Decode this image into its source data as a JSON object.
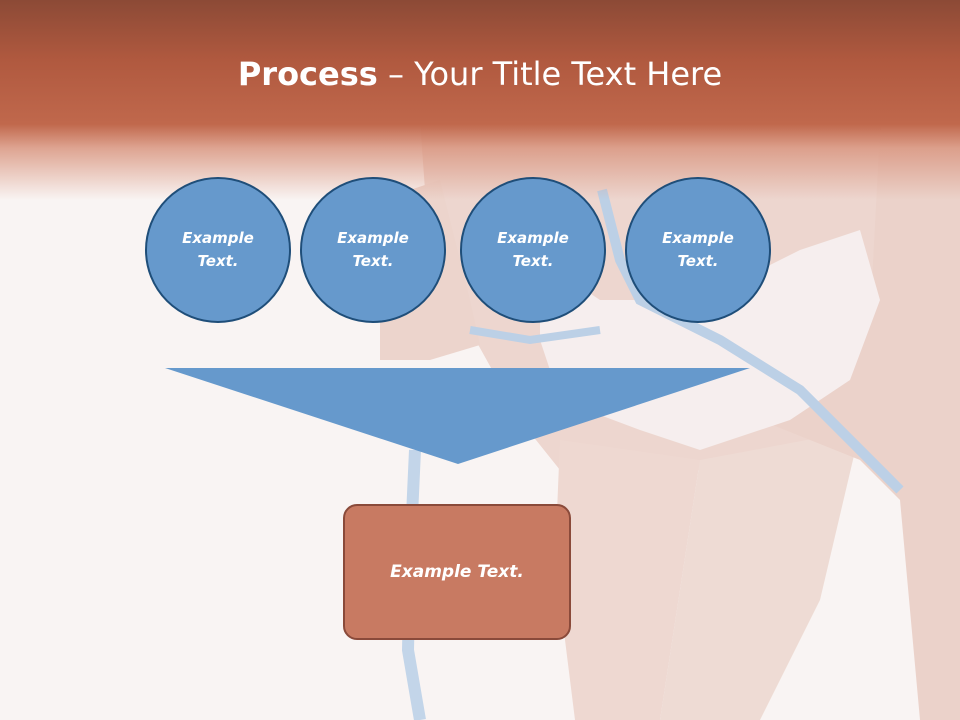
{
  "title": {
    "bold": "Process",
    "rest": " – Your Title Text Here"
  },
  "circles": [
    {
      "line1": "Example",
      "line2": "Text."
    },
    {
      "line1": "Example",
      "line2": "Text."
    },
    {
      "line1": "Example",
      "line2": "Text."
    },
    {
      "line1": "Example",
      "line2": "Text."
    }
  ],
  "result": {
    "label": "Example Text."
  },
  "colors": {
    "header": "#b0593f",
    "circle_fill": "#6699cc",
    "circle_border": "#1f4e79",
    "arrow_fill": "#6699cc",
    "result_fill": "#c87a62",
    "result_border": "#8a4a3a"
  }
}
